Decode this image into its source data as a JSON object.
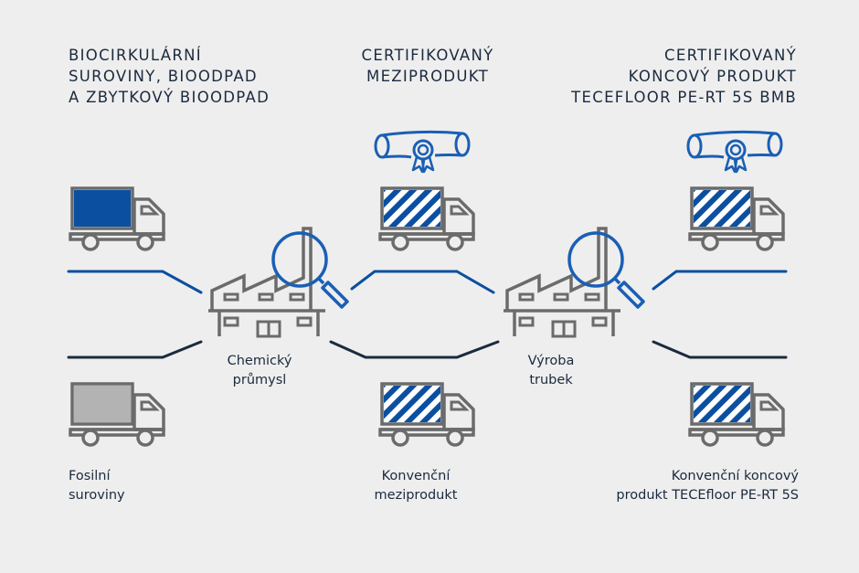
{
  "headers": {
    "raw": [
      "BIOCIRKULÁRNÍ",
      "SUROVINY, BIOODPAD",
      "A ZBYTKOVÝ BIOODPAD"
    ],
    "intermediate": [
      "CERTIFIKOVANÝ",
      "MEZIPRODUKT"
    ],
    "final": [
      "CERTIFIKOVANÝ",
      "KONCOVÝ PRODUKT",
      "TECEFLOOR PE-RT 5S BMB"
    ]
  },
  "factories": {
    "chemical": [
      "Chemický",
      "průmysl"
    ],
    "pipes": [
      "Výroba",
      "trubek"
    ]
  },
  "labels": {
    "fossil": [
      "Fosilní",
      "suroviny"
    ],
    "conv_intermediate": [
      "Konvenční",
      "meziprodukt"
    ],
    "conv_final": [
      "Konvenční koncový",
      "produkt TECEfloor PE-RT 5S"
    ]
  },
  "colors": {
    "ink": "#1b2a3e",
    "gray": "#6b6b6b",
    "blue": "#0b4fa0",
    "cert_blue": "#1a5fb4",
    "fossil_fill": "#b3b3b3",
    "background": "#eeeeee"
  },
  "icons": [
    "truck-icon",
    "factory-icon",
    "magnifier-icon",
    "certificate-icon"
  ]
}
